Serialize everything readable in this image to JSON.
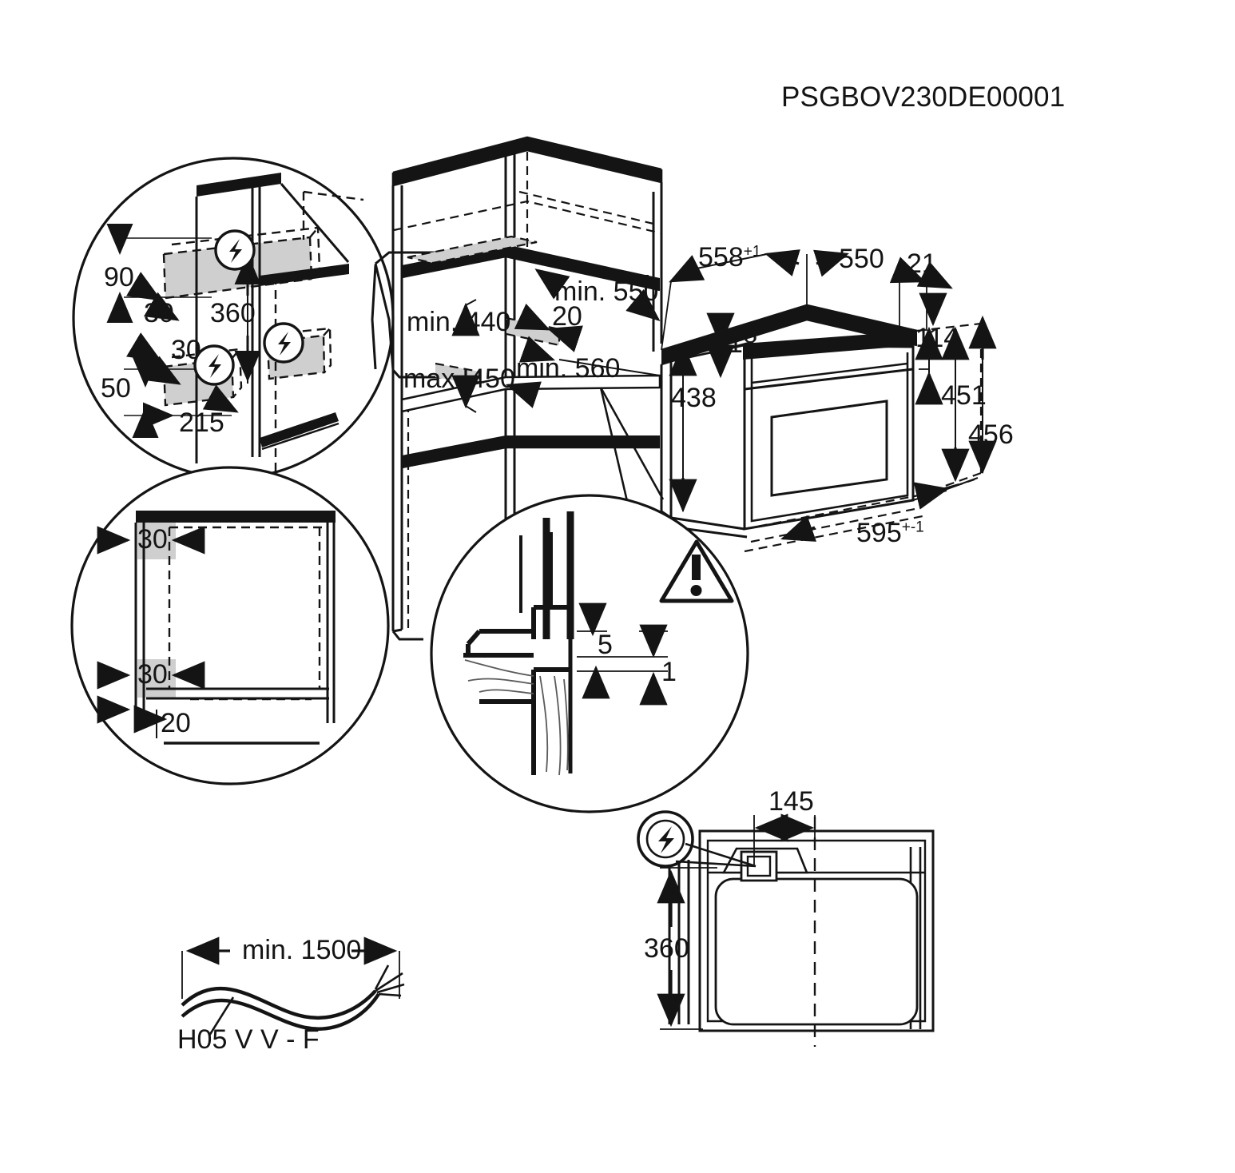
{
  "drawing": {
    "title": "PSGBOV230DE00001",
    "type": "built-in oven installation dimension drawing",
    "units": "mm"
  },
  "detail_top_left": {
    "name": "electrical socket placement detail",
    "icon": "lightning-bolt-icon",
    "dimensions": {
      "d90": "90",
      "d30a": "30",
      "d360": "360",
      "d30b": "30",
      "d50": "50",
      "d215": "215"
    }
  },
  "detail_bottom_left": {
    "name": "cabinet clearance detail",
    "dimensions": {
      "d30_top": "30",
      "d30_bottom": "30",
      "d20": "20"
    }
  },
  "cabinet": {
    "name": "kitchen housing cabinet",
    "dimensions": {
      "min_440": "min. 440",
      "max_450": "max. 450",
      "min_550": "min. 550",
      "d20": "20",
      "min_560": "min. 560"
    }
  },
  "oven": {
    "name": "built-in oven body",
    "dimensions": {
      "w558": "558",
      "w558_tol": "+1",
      "w550": "550",
      "d21": "21",
      "d18": "18",
      "d114": "114",
      "h438": "438",
      "h451": "451",
      "h456": "456",
      "d595": "595",
      "d595_tol": "+-1"
    }
  },
  "detail_center_bottom": {
    "name": "worktop edge gap detail",
    "icon": "warning-triangle-icon",
    "dimensions": {
      "d5": "5",
      "d1": "1"
    }
  },
  "front_view": {
    "name": "oven front view with cable outlet",
    "icon": "lightning-bolt-icon",
    "dimensions": {
      "d145": "145",
      "d360": "360"
    }
  },
  "cable": {
    "name": "mains supply cable",
    "length_label": "min. 1500",
    "type_label": "H05 V V - F"
  },
  "colors": {
    "line": "#141414",
    "highlight_fill": "#c9c9c9",
    "background": "#ffffff"
  }
}
